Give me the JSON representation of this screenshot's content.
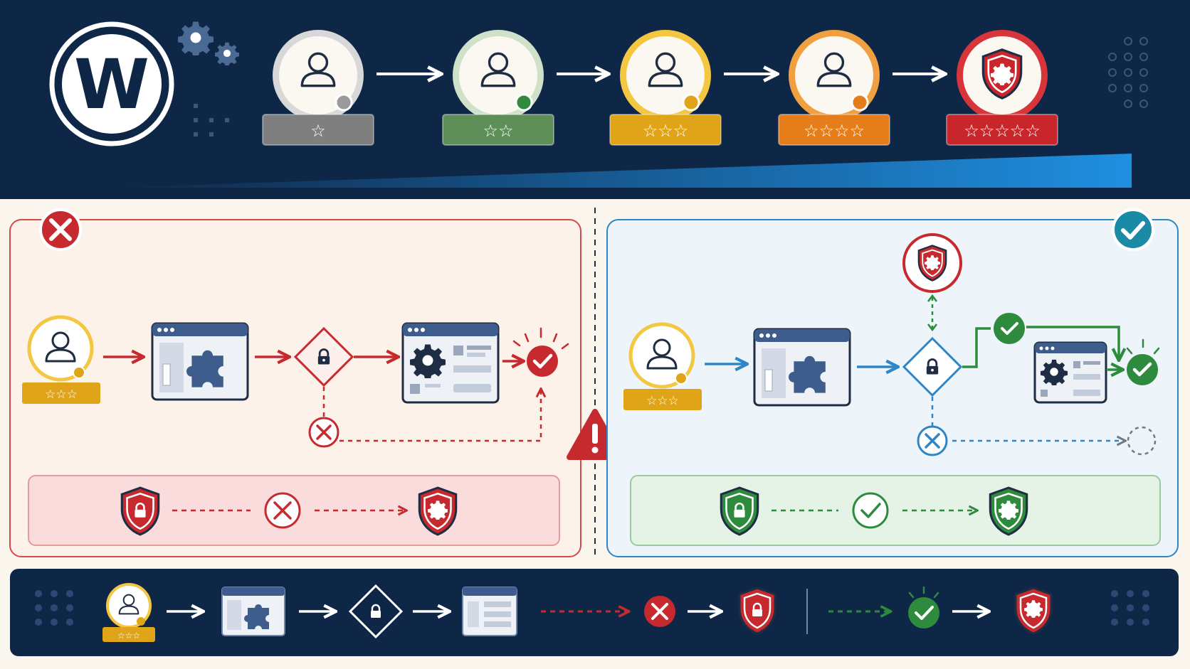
{
  "brand": {
    "logo_letter": "W",
    "logo_name": "wordpress-logo"
  },
  "roles": [
    {
      "level": 1,
      "stars": "☆",
      "badge_color": "#7f7f7f",
      "ring_color": "#d8d8d8",
      "dot_color": "#9a9a9a"
    },
    {
      "level": 2,
      "stars": "☆☆",
      "badge_color": "#5f8f58",
      "ring_color": "#cfe2c9",
      "dot_color": "#2e8b3e"
    },
    {
      "level": 3,
      "stars": "☆☆☆",
      "badge_color": "#e0a419",
      "ring_color": "#f3c742",
      "dot_color": "#e0a419"
    },
    {
      "level": 4,
      "stars": "☆☆☆☆",
      "badge_color": "#e47d1a",
      "ring_color": "#f0a040",
      "dot_color": "#e47d1a"
    },
    {
      "level": 5,
      "stars": "☆☆☆☆☆",
      "badge_color": "#c9262b",
      "ring_color": "#d8353a",
      "dot_color": "#c9262b"
    }
  ],
  "privilege_ramp": {
    "from": "low",
    "to": "high"
  },
  "panels": {
    "vulnerable": {
      "status": "rejected",
      "accent": "#c62a2f",
      "user_stars": "☆☆☆"
    },
    "secure": {
      "status": "approved",
      "accent": "#2f86c6",
      "user_stars": "☆☆☆"
    }
  },
  "summary": {
    "stars": "☆☆☆"
  },
  "colors": {
    "navy": "#0f2747",
    "danger": "#c62a2f",
    "success": "#2e8b3e",
    "info": "#2f86c6",
    "warning": "#e0a419"
  }
}
